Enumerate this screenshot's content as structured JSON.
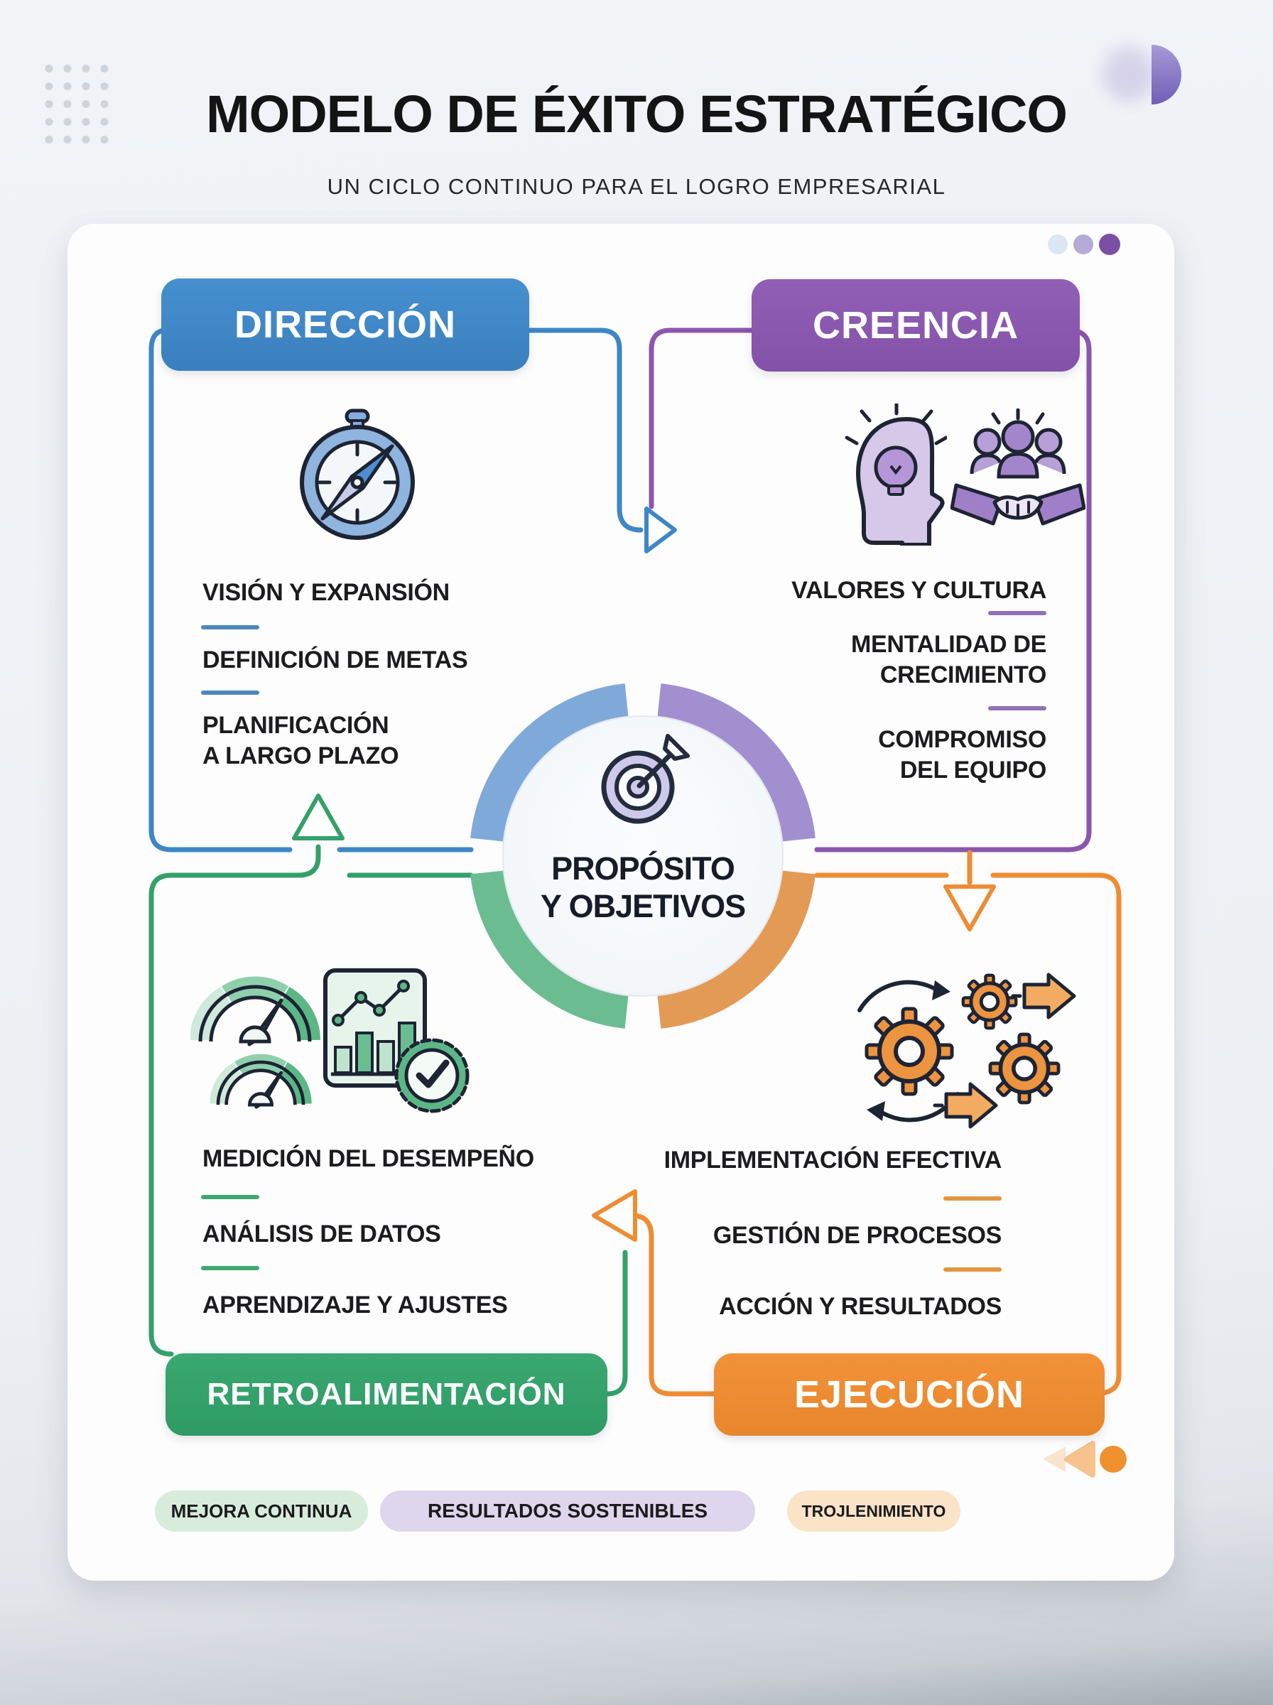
{
  "page": {
    "title": "MODELO DE ÉXITO ESTRATÉGICO",
    "subtitle": "UN CICLO CONTINUO PARA EL LOGRO EMPRESARIAL"
  },
  "center": {
    "line1": "PROPÓSITO",
    "line2": "Y OBJETIVOS",
    "icon": "target-arrow-icon"
  },
  "quadrants": {
    "direccion": {
      "label": "DIRECCIÓN",
      "color": "#3e86c6",
      "icon": "compass-icon",
      "items": [
        "VISIÓN Y EXPANSIÓN",
        "DEFINICIÓN DE METAS",
        "PLANIFICACIÓN\nA LARGO PLAZO"
      ]
    },
    "creencia": {
      "label": "CREENCIA",
      "color": "#8a56ae",
      "icons": [
        "idea-head-icon",
        "team-handshake-icon"
      ],
      "items": [
        "VALORES Y CULTURA",
        "MENTALIDAD DE\nCRECIMIENTO",
        "COMPROMISO\nDEL EQUIPO"
      ]
    },
    "retroalimentacion": {
      "label": "RETROALIMENTACIÓN",
      "color": "#34a06a",
      "icons": [
        "gauge-icon",
        "analytics-check-icon"
      ],
      "items": [
        "MEDICIÓN DEL DESEMPEÑO",
        "ANÁLISIS DE DATOS",
        "APRENDIZAJE Y AJUSTES"
      ]
    },
    "ejecucion": {
      "label": "EJECUCIÓN",
      "color": "#ee8c33",
      "icon": "gears-icon",
      "items": [
        "IMPLEMENTACIÓN EFECTIVA",
        "GESTIÓN DE PROCESOS",
        "ACCIÓN Y RESULTADOS"
      ]
    }
  },
  "flow": {
    "top_arrow": "right",
    "right_arrow": "down",
    "bottom_arrow": "left",
    "left_arrow": "up"
  },
  "badges": [
    {
      "label": "MEJORA CONTINUA",
      "bg": "#d8ecdc"
    },
    {
      "label": "RESULTADOS SOSTENIBLES",
      "bg": "#ddd6ec"
    },
    {
      "label": "TROJLENIMIENTO",
      "bg": "#fbe3c8"
    }
  ],
  "palette": {
    "blue": "#3e86c6",
    "purple": "#8a56ae",
    "green": "#34a06a",
    "orange": "#ee8c33",
    "ring_blue": "#7fa9d8",
    "ring_purple": "#a28fd0",
    "ring_green": "#6cbc92",
    "ring_orange": "#e39a54",
    "text": "#1c1c1f",
    "card": "#fdfdfe"
  }
}
